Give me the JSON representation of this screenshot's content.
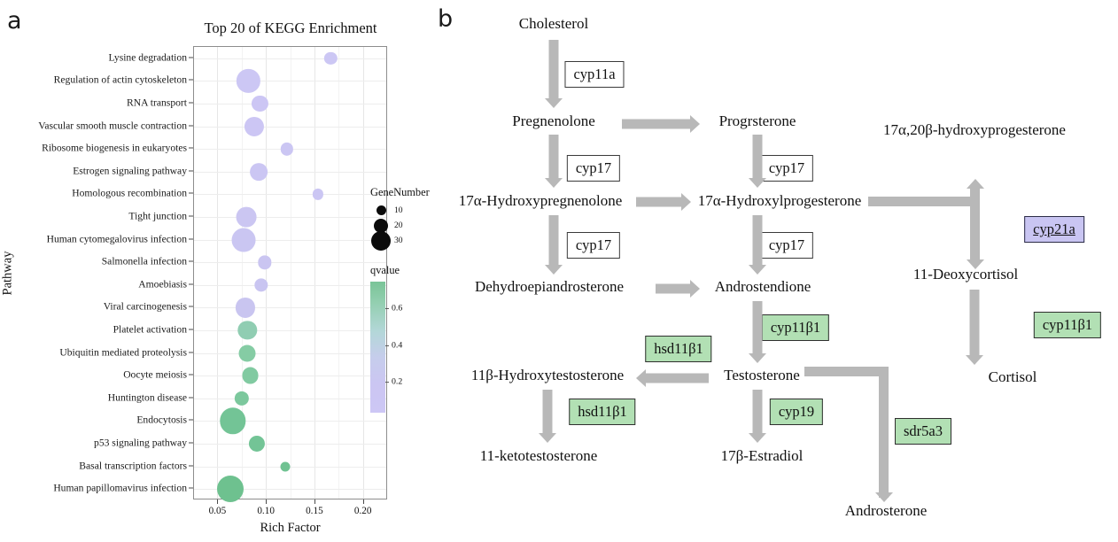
{
  "panels": {
    "a_letter": "a",
    "b_letter": "b"
  },
  "chart_data": {
    "type": "scatter",
    "title": "Top 20 of KEGG Enrichment",
    "xlabel": "Rich Factor",
    "ylabel": "Pathway",
    "xlim": [
      0.025,
      0.225
    ],
    "xticks": [
      "0.05",
      "0.10",
      "0.15",
      "0.20"
    ],
    "xtick_values": [
      0.05,
      0.1,
      0.15,
      0.2
    ],
    "grid": true,
    "legend_position": "right",
    "categories": [
      "Lysine degradation",
      "Regulation of actin cytoskeleton",
      "RNA transport",
      "Vascular smooth muscle contraction",
      "Ribosome biogenesis in eukaryotes",
      "Estrogen signaling pathway",
      "Homologous recombination",
      "Tight junction",
      "Human cytomegalovirus infection",
      "Salmonella infection",
      "Amoebiasis",
      "Viral carcinogenesis",
      "Platelet activation",
      "Ubiquitin mediated proteolysis",
      "Oocyte meiosis",
      "Huntington disease",
      "Endocytosis",
      "p53 signaling pathway",
      "Basal transcription factors",
      "Human papillomavirus infection"
    ],
    "rich_factor": [
      0.166,
      0.081,
      0.093,
      0.087,
      0.121,
      0.092,
      0.153,
      0.079,
      0.076,
      0.098,
      0.094,
      0.078,
      0.08,
      0.08,
      0.083,
      0.074,
      0.065,
      0.09,
      0.119,
      0.062
    ],
    "gene_number": [
      10,
      25,
      14,
      19,
      10,
      16,
      8,
      20,
      26,
      11,
      11,
      19,
      18,
      15,
      15,
      12,
      30,
      14,
      7,
      31
    ],
    "qvalue": [
      0.1,
      0.1,
      0.11,
      0.11,
      0.12,
      0.13,
      0.13,
      0.14,
      0.15,
      0.16,
      0.17,
      0.18,
      0.4,
      0.45,
      0.47,
      0.5,
      0.55,
      0.55,
      0.58,
      0.6
    ],
    "legend": {
      "size_title": "GeneNumber",
      "size_values": [
        "10",
        "20",
        "30"
      ],
      "color_title": "qvalue",
      "color_ticks": [
        "0.6",
        "0.4",
        "0.2"
      ],
      "color_high": "#79c497",
      "color_low": "#cdc7f5"
    }
  },
  "pathway": {
    "nodes": [
      {
        "id": "cholesterol",
        "label": "Cholesterol"
      },
      {
        "id": "pregnenolone",
        "label": "Pregnenolone"
      },
      {
        "id": "progrsterone",
        "label": "Progrsterone"
      },
      {
        "id": "hydroxyprogesterone-17a20b",
        "label": "17α,20β-hydroxyprogesterone"
      },
      {
        "id": "hydroxypregnenolone-17a",
        "label": "17α-Hydroxypregnenolone"
      },
      {
        "id": "hydroxylprogesterone-17a",
        "label": "17α-Hydroxylprogesterone"
      },
      {
        "id": "deoxycortisol-11",
        "label": "11-Deoxycortisol"
      },
      {
        "id": "dehydroepiandrosterone",
        "label": "Dehydroepiandrosterone"
      },
      {
        "id": "androstendione",
        "label": "Androstendione"
      },
      {
        "id": "cortisol",
        "label": "Cortisol"
      },
      {
        "id": "hydroxytestosterone-11b",
        "label": "11β-Hydroxytestosterone"
      },
      {
        "id": "testosterone",
        "label": "Testosterone"
      },
      {
        "id": "ketotestosterone-11",
        "label": "11-ketotestosterone"
      },
      {
        "id": "estradiol-17b",
        "label": "17β-Estradiol"
      },
      {
        "id": "androsterone",
        "label": "Androsterone"
      }
    ],
    "enzymes": [
      {
        "id": "cyp11a",
        "label": "cyp11a",
        "style": "plain"
      },
      {
        "id": "cyp17-a",
        "label": "cyp17",
        "style": "plain"
      },
      {
        "id": "cyp17-b",
        "label": "cyp17",
        "style": "plain"
      },
      {
        "id": "cyp17-c",
        "label": "cyp17",
        "style": "plain"
      },
      {
        "id": "cyp17-d",
        "label": "cyp17",
        "style": "plain"
      },
      {
        "id": "cyp21a",
        "label": "cyp21a",
        "style": "purple"
      },
      {
        "id": "cyp11b1-cortisol",
        "label": "cyp11β1",
        "style": "green"
      },
      {
        "id": "cyp11b1-testosterone",
        "label": "cyp11β1",
        "style": "green"
      },
      {
        "id": "hsd11b1-a",
        "label": "hsd11β1",
        "style": "green"
      },
      {
        "id": "hsd11b1-b",
        "label": "hsd11β1",
        "style": "green"
      },
      {
        "id": "cyp19",
        "label": "cyp19",
        "style": "green"
      },
      {
        "id": "sdr5a3",
        "label": "sdr5a3",
        "style": "green"
      }
    ],
    "colors": {
      "green_fill": "#b2e0b4",
      "purple_fill": "#c9c5f2",
      "arrow": "#b8b8b8"
    }
  }
}
